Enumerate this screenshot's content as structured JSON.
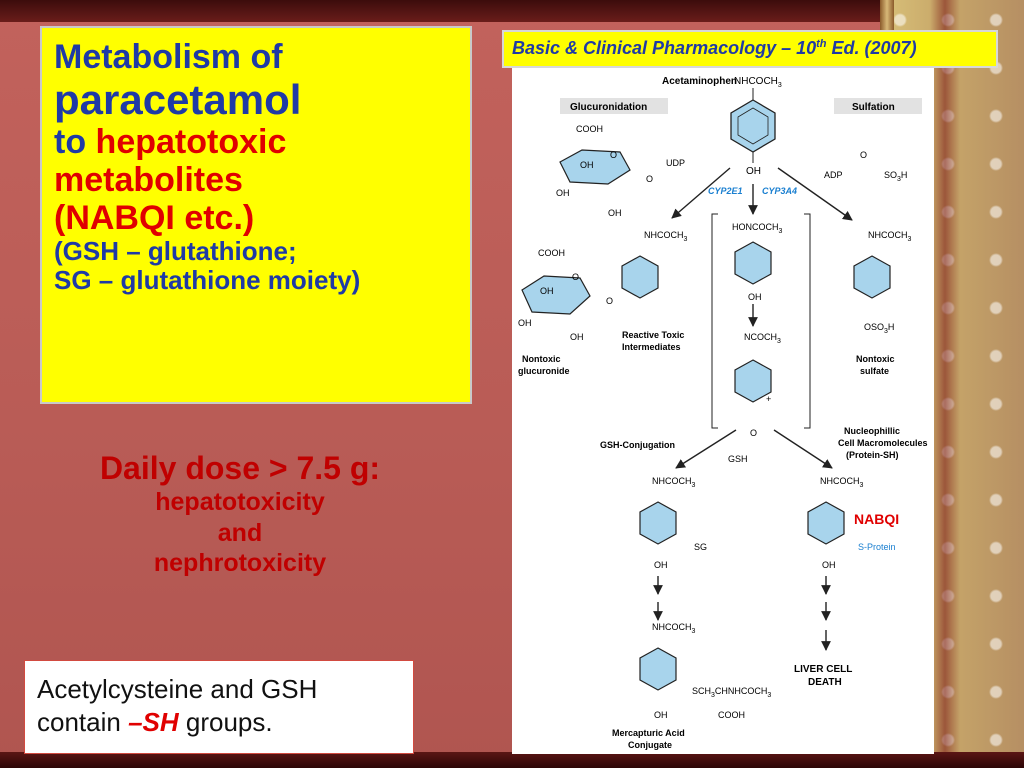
{
  "title": {
    "line1": "Metabolism of",
    "line2": "paracetamol",
    "line3a": "to ",
    "line3b": "hepatotoxic",
    "line4": "metabolites",
    "line5": "(NABQI etc.)",
    "line6": "(GSH – glutathione;",
    "line7": "SG – glutathione moiety)"
  },
  "dose": {
    "line1": "Daily dose > 7.5 g:",
    "line2": "hepatotoxicity",
    "line3": "and",
    "line4": "nephrotoxicity"
  },
  "note": {
    "line1": "Acetylcysteine and GSH",
    "line2a": "contain ",
    "line2b": "–SH",
    "line2c": " groups."
  },
  "reference": {
    "text_a": "Basic & Clinical Pharmacology – 10",
    "sup": "th",
    "text_b": " Ed. (2007)"
  },
  "diagram": {
    "acetaminophen": "Acetaminophen",
    "nhcoch3": "NHCOCH",
    "sub3": "3",
    "oh": "OH",
    "glucuronidation": "Glucuronidation",
    "sulfation": "Sulfation",
    "cooh": "COOH",
    "udp": "UDP",
    "o": "O",
    "adp": "ADP",
    "so3h": "SO",
    "so3h_tail": "H",
    "cyp2e1": "CYP2E1",
    "cyp3a4": "CYP3A4",
    "honcoch3": "HONCOCH",
    "ncoch3": "NCOCH",
    "plus": "+",
    "oso3h": "OSO",
    "reactive1": "Reactive Toxic",
    "reactive2": "Intermediates",
    "nontoxic_gluc1": "Nontoxic",
    "nontoxic_gluc2": "glucuronide",
    "nontoxic_sulf1": "Nontoxic",
    "nontoxic_sulf2": "sulfate",
    "gsh_conjugation": "GSH-Conjugation",
    "gsh": "GSH",
    "nucleo1": "Nucleophillic",
    "nucleo2": "Cell Macromolecules",
    "nucleo3": "(Protein-SH)",
    "nabqi": "NABQI",
    "sg": "SG",
    "sprotein": "S-Protein",
    "sch2": "SCH",
    "sch2_tail": "CHNHCOCH",
    "liver1": "LIVER CELL",
    "liver2": "DEATH",
    "merc1": "Mercapturic Acid",
    "merc2": "Conjugate"
  },
  "colors": {
    "title_blue": "#1f3aa6",
    "title_red": "#e00000",
    "title_bg": "#ffff00",
    "slide_bg": "#b85a55",
    "ring_fill": "#a8d4ec",
    "enzyme_blue": "#1a7fd0"
  }
}
